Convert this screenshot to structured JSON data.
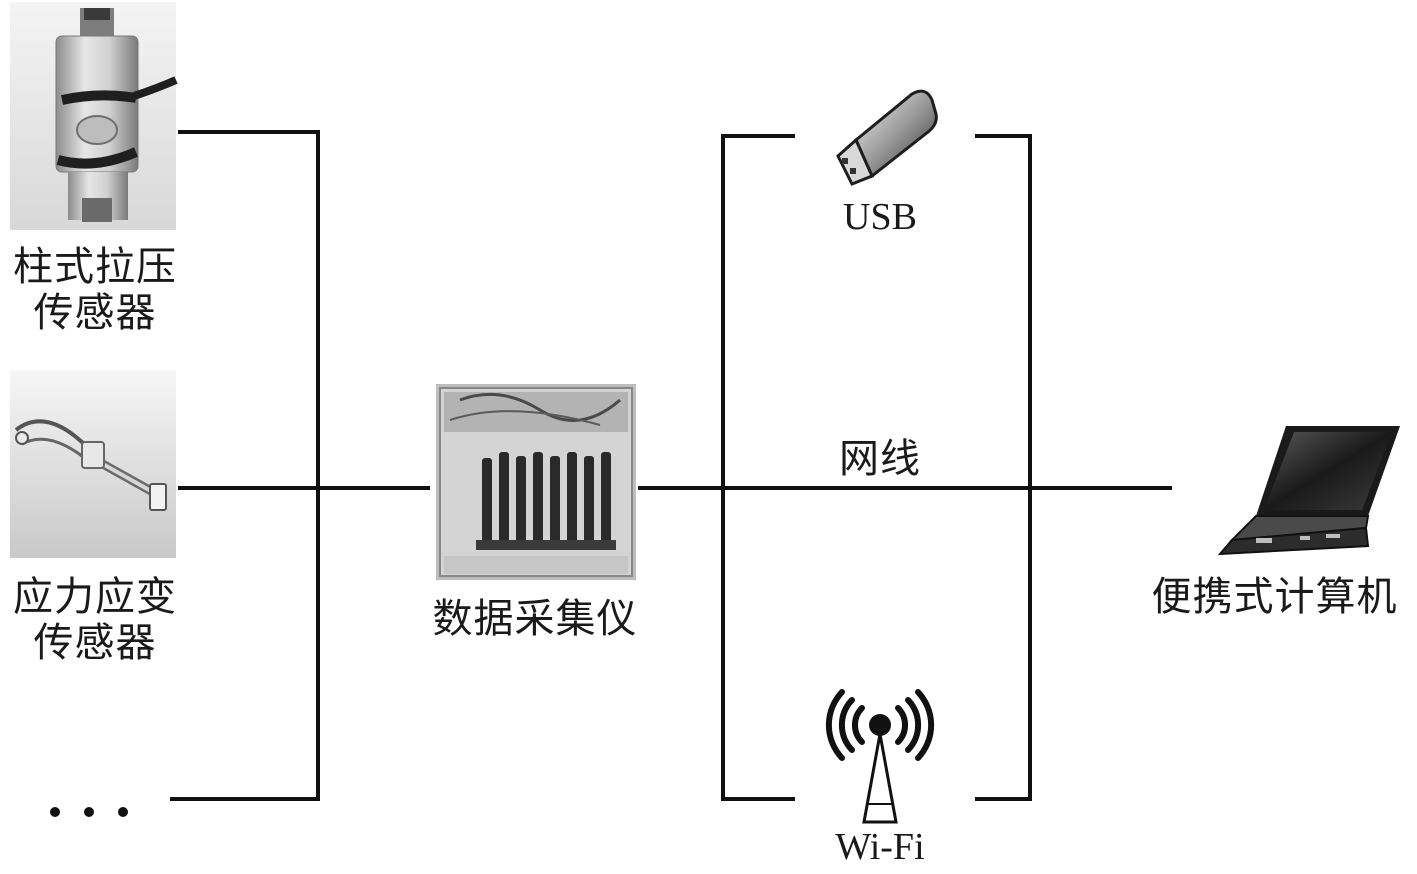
{
  "sensors": [
    {
      "line1": "柱式拉压",
      "line2": "传感器"
    },
    {
      "line1": "应力应变",
      "line2": "传感器"
    }
  ],
  "ellipsis": "…",
  "daq_label": "数据采集仪",
  "connections": {
    "usb": "USB",
    "cable": "网线",
    "wifi": "Wi-Fi"
  },
  "computer_label": "便携式计算机"
}
